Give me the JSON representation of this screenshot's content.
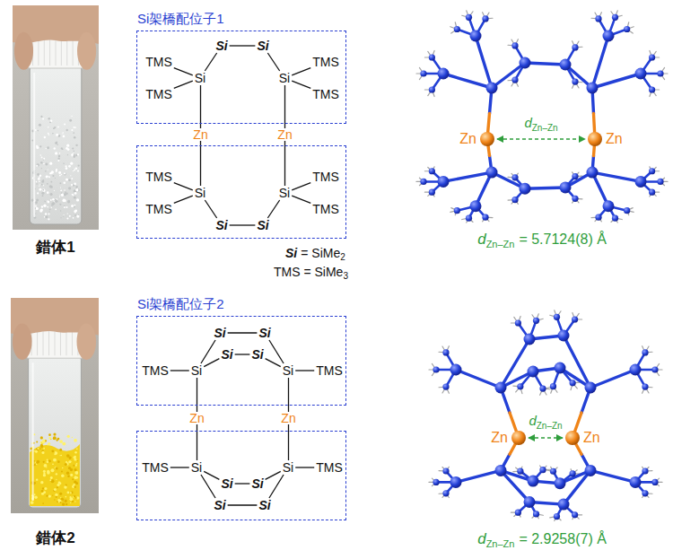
{
  "diagram": {
    "nodes": [
      {
        "text": [
          "Si架橋配位子1",
          "Si",
          "Si",
          "TMS",
          "Si",
          "Si",
          "TMS",
          "TMS",
          "TMS"
        ]
      },
      {
        "text": [
          "TMS",
          "Si",
          "Si",
          "TMS",
          "TMS",
          "TMS",
          "Si",
          "Si"
        ]
      },
      {
        "text": [
          "Si架橋配位子2",
          "TMS",
          "Si",
          "Si",
          "Si",
          "Si",
          "Si",
          "Si",
          "TMS"
        ]
      },
      {
        "text": [
          "TMS",
          "Si",
          "Si",
          "TMS",
          "Si",
          "Si",
          "Si",
          "Si"
        ]
      }
    ],
    "edges": [
      {
        "from": 0,
        "to": 1,
        "arrow": "none",
        "label": "Zn"
      },
      {
        "from": 0,
        "to": 1,
        "arrow": "none",
        "label": "Zn"
      },
      {
        "from": 2,
        "to": 3,
        "arrow": "none",
        "label": "Zn"
      },
      {
        "from": 2,
        "to": 3,
        "arrow": "none",
        "label": "Zn"
      }
    ],
    "labels": [
      "錯体1",
      "Si",
      "= SiMe",
      "2",
      "TMS = SiMe",
      "3",
      "Zn",
      "Zn",
      "d",
      "Zn–Zn",
      "d",
      "Zn–Zn",
      "= 5.7124(8) Å",
      "錯体2",
      "Zn",
      "Zn",
      "d",
      "Zn–Zn",
      "d",
      "Zn–Zn",
      "= 2.9258(7) Å"
    ]
  }
}
